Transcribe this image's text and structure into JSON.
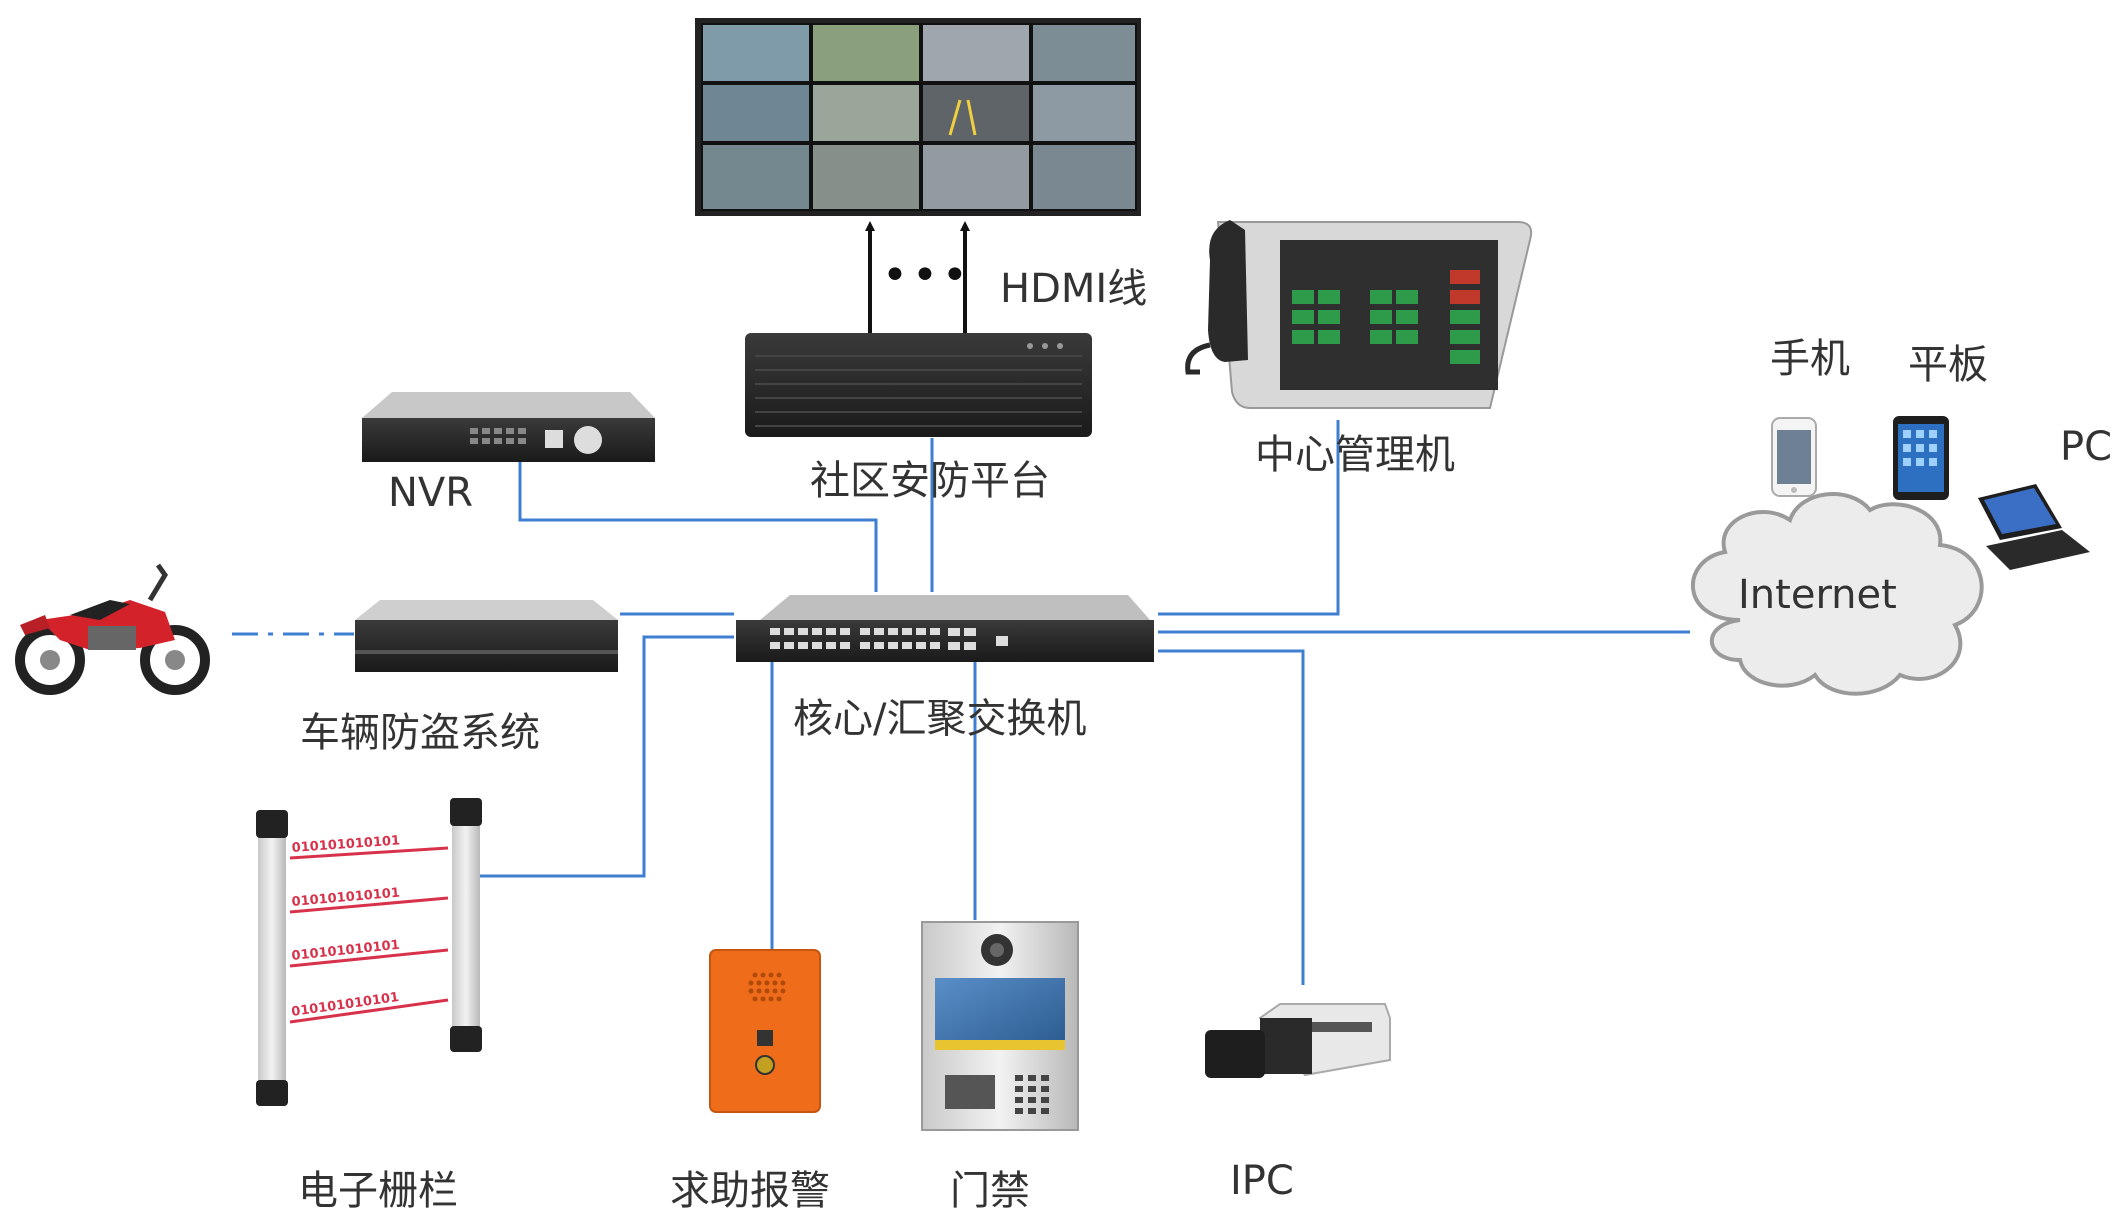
{
  "colors": {
    "link": "#3f7fd2",
    "arrow": "#111111",
    "label": "#333333",
    "device_dark": "#2b2b2b",
    "alarm_orange": "#ef6c1a",
    "beam_red": "#d8324b"
  },
  "hdmi": {
    "label": "HDMI线",
    "dots": "•••"
  },
  "devices": {
    "video_wall": {
      "icon": "video-wall-icon"
    },
    "platform": {
      "label": "社区安防平台",
      "icon": "server-rack-icon"
    },
    "management": {
      "label": "中心管理机",
      "icon": "management-terminal-icon"
    },
    "nvr": {
      "label": "NVR",
      "icon": "nvr-icon"
    },
    "vehicle": {
      "label": "车辆防盗系统",
      "icon": "vehicle-receiver-icon",
      "motorcycle_icon": "motorcycle-icon"
    },
    "switch": {
      "label": "核心/汇聚交换机",
      "icon": "network-switch-icon"
    },
    "fence": {
      "label": "电子栅栏",
      "icon": "infrared-fence-icon",
      "beam_text": "010101010101"
    },
    "alarm": {
      "label": "求助报警",
      "icon": "help-alarm-icon"
    },
    "access": {
      "label": "门禁",
      "icon": "door-access-icon"
    },
    "ipc": {
      "label": "IPC",
      "icon": "ip-camera-icon"
    }
  },
  "clients": {
    "phone": {
      "label": "手机",
      "icon": "phone-icon"
    },
    "tablet": {
      "label": "平板",
      "icon": "tablet-icon"
    },
    "pc": {
      "label": "PC",
      "icon": "laptop-icon"
    },
    "internet": {
      "label": "Internet",
      "icon": "cloud-icon"
    }
  }
}
